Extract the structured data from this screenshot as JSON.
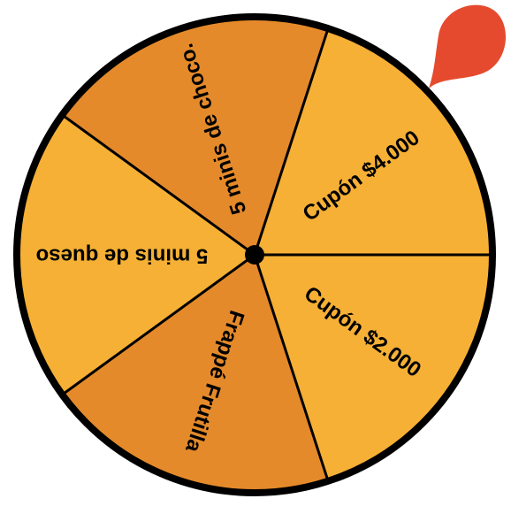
{
  "wheel": {
    "segments": [
      {
        "label": "Cupón $4.000",
        "color": "#F5B035"
      },
      {
        "label": "5 minis de choco.",
        "color": "#E58A2A"
      },
      {
        "label": "5 minis de queso",
        "color": "#F5B035"
      },
      {
        "label": "Frappé Frutilla",
        "color": "#E58A2A"
      },
      {
        "label": "Cupón $2.000",
        "color": "#F5B035"
      }
    ],
    "rim_color": "#000000",
    "divider_color": "#000000",
    "hub_color": "#000000"
  },
  "pointer": {
    "icon": "map-pin-pointer-icon",
    "color": "#E64A2E"
  }
}
